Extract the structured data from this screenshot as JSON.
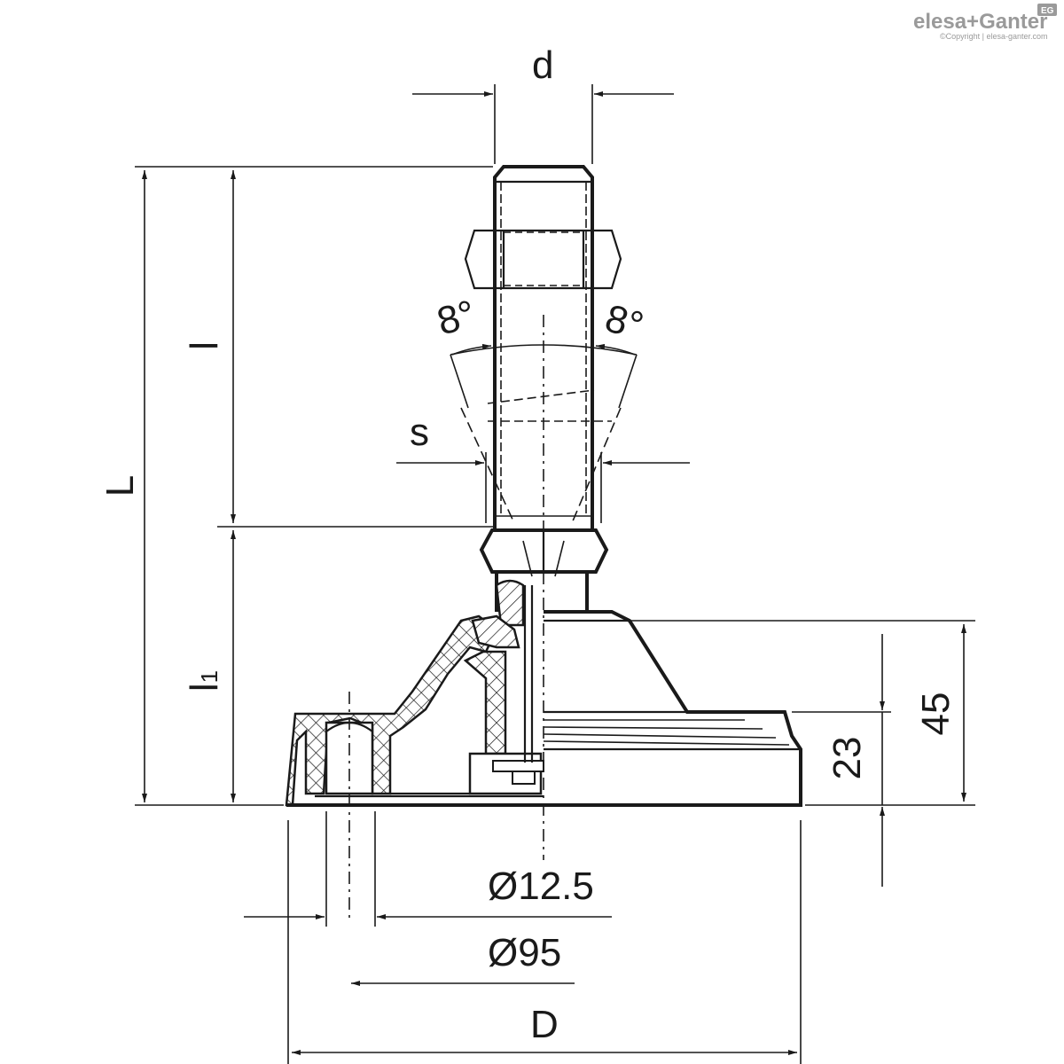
{
  "logo": {
    "brand": "elesa+Ganter",
    "badge": "EG",
    "copyright": "©Copyright | elesa-ganter.com"
  },
  "dimensions": {
    "d": "d",
    "L": "L",
    "l": "l",
    "l1": "l",
    "l1_sub": "1",
    "s": "s",
    "angle_left": "8°",
    "angle_right": "8°",
    "h45": "45",
    "h23": "23",
    "dia_small": "Ø12.5",
    "dia_mid": "Ø95",
    "D": "D"
  }
}
